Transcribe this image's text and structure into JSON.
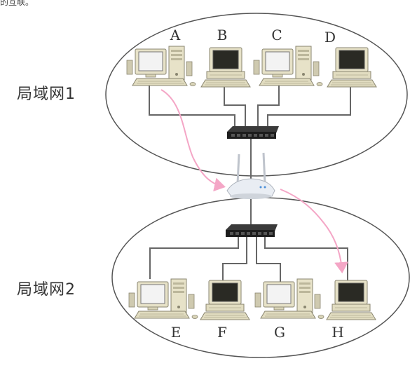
{
  "header_fragment": "的互联。",
  "lan1": {
    "label": "局域网1",
    "computers": [
      "A",
      "B",
      "C",
      "D"
    ]
  },
  "lan2": {
    "label": "局域网2",
    "computers": [
      "E",
      "F",
      "G",
      "H"
    ]
  },
  "colors": {
    "ellipse": "#555555",
    "cable": "#666666",
    "arrow": "#f4a6c6",
    "switch": "#1d1d1d",
    "router": "#e9edf3"
  }
}
